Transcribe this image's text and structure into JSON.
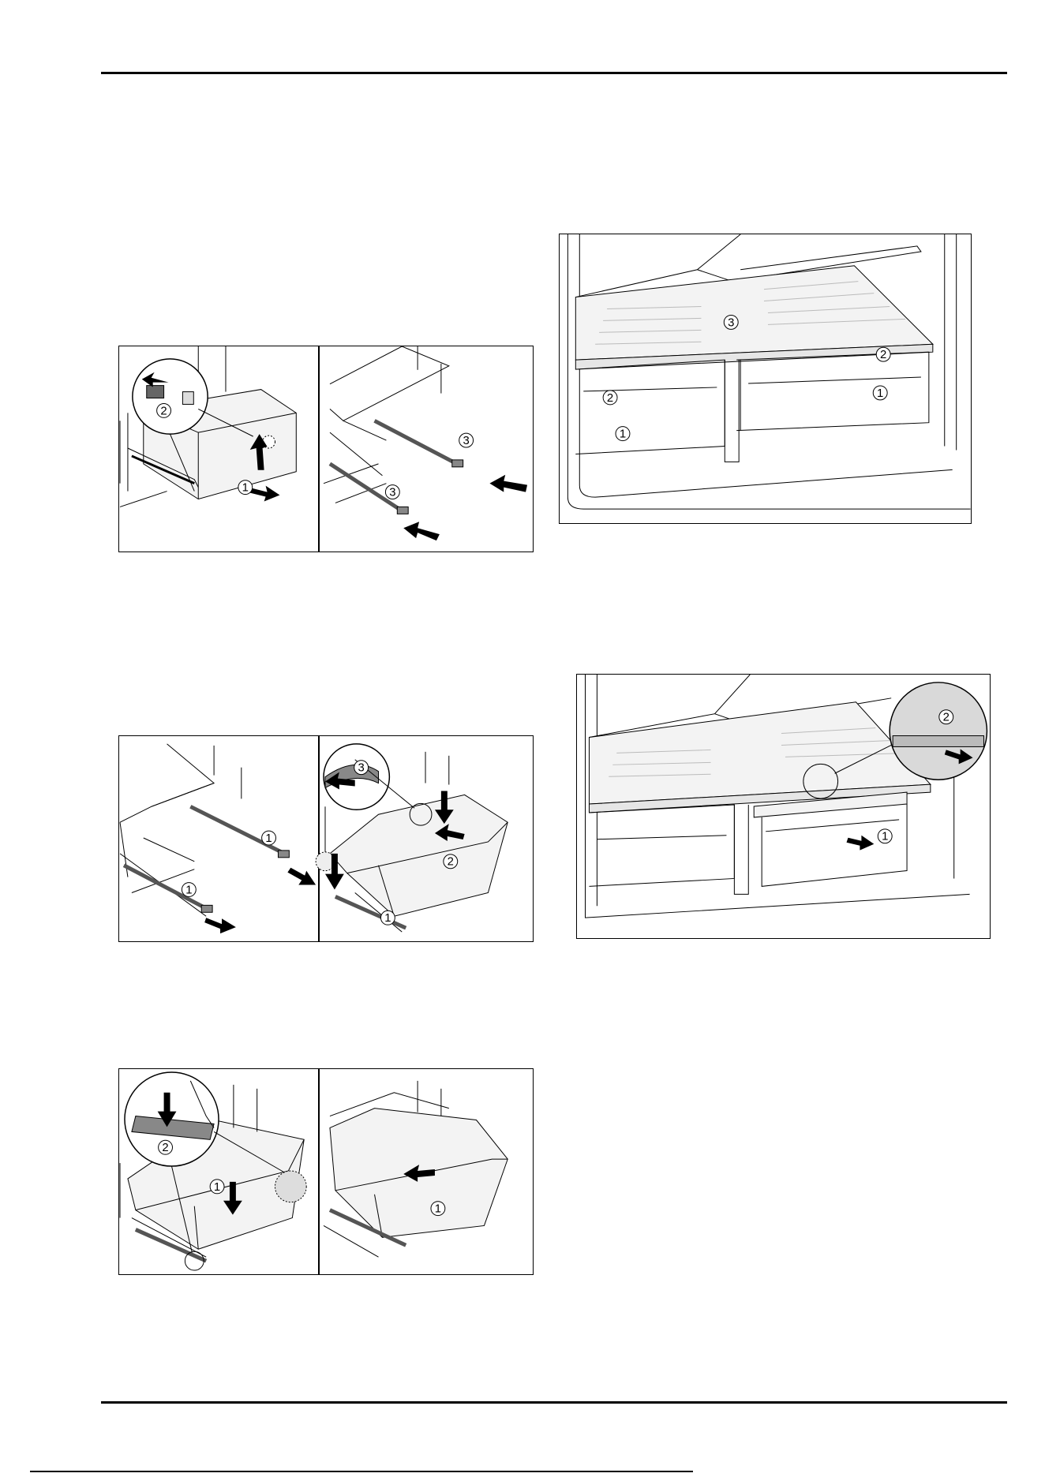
{
  "figures": {
    "drawer_removal_a": {
      "callouts": [
        "2",
        "1"
      ]
    },
    "drawer_removal_b": {
      "callouts": [
        "3",
        "3"
      ]
    },
    "shelf_overview": {
      "callouts": [
        "3",
        "2",
        "2",
        "1",
        "1"
      ]
    },
    "rail_pull_a": {
      "callouts": [
        "1",
        "1"
      ]
    },
    "drawer_insert_b": {
      "callouts": [
        "3",
        "2",
        "1"
      ]
    },
    "shelf_cover_removal": {
      "callouts": [
        "2",
        "1"
      ]
    },
    "drawer_lock_a": {
      "callouts": [
        "2",
        "1"
      ]
    },
    "drawer_push_b": {
      "callouts": [
        "1"
      ]
    }
  },
  "colors": {
    "line": "#000000",
    "shade": "#e6e6e6",
    "pale": "#f3f3f3",
    "arrow": "#000000"
  },
  "icons": [
    "arrow-icon",
    "magnifier-circle-icon",
    "callout-number-icon"
  ]
}
